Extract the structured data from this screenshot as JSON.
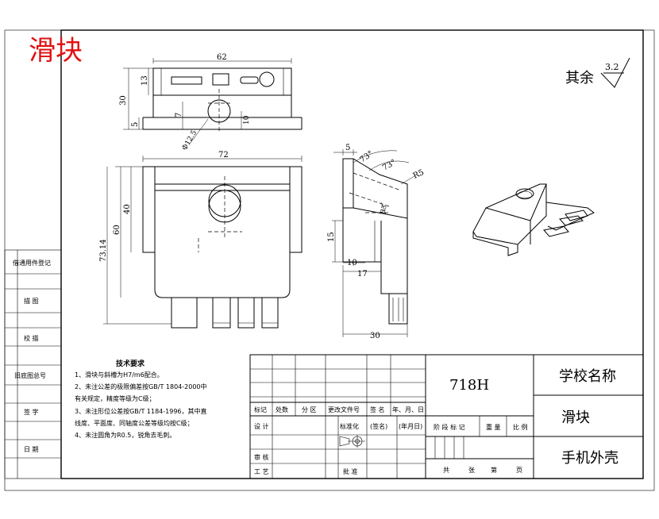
{
  "title_large": "滑块",
  "roughness": {
    "label": "其余",
    "value": "3.2"
  },
  "dimensions": {
    "top_width": "62",
    "top_h13": "13",
    "top_h30": "30",
    "top_h7": "7",
    "top_h5": "5",
    "top_d10": "10",
    "top_phi": "Φ12.5",
    "front_width": "72",
    "front_h40": "40",
    "front_h60": "60",
    "front_h73": "73.14",
    "side_5": "5",
    "side_73a": "73°",
    "side_73b": "73°",
    "side_r5": "R5",
    "side_r3": "R3",
    "side_15": "15",
    "side_10": "10",
    "side_17": "17",
    "side_30": "30"
  },
  "side_labels": [
    "借通用件登记",
    "描 图",
    "校 描",
    "旧底图总号",
    "签 字",
    "日 期"
  ],
  "tech_req": {
    "heading": "技术要求",
    "lines": [
      "1、滑块与斜槽为H7/m6配合。",
      "2、未注公差的极限偏差按GB/T 1804-2000中",
      "   有关规定，精度等级为C级；",
      "3、未注形位公差按GB/T 1184-1996，其中直",
      "   线度、平面度、同轴度公差等级均按C级；",
      "4、未注圆角为R0.5，锐角去毛刺。"
    ]
  },
  "title_block": {
    "part_no": "718H",
    "school": "学校名称",
    "part_name": "滑块",
    "product": "手机外壳",
    "rev_headers": [
      "标记",
      "处数",
      "分 区",
      "更改文件号",
      "签 名",
      "年、月、日"
    ],
    "design": "设 计",
    "standard": "标准化",
    "sign": "(签名)",
    "date": "(年月日)",
    "review": "审 核",
    "process": "工 艺",
    "approve": "批 准",
    "stage_headers": [
      "阶 段 标 记",
      "重 量",
      "比 例"
    ],
    "sheets": [
      "共",
      "张",
      "第",
      "页"
    ]
  }
}
